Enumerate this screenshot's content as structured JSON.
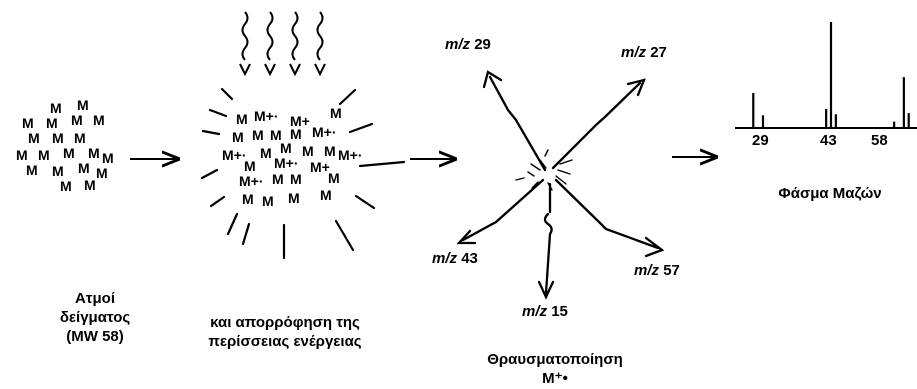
{
  "stage1": {
    "label_line1": "Ατμοί",
    "label_line2": "δείγματος",
    "label_line3": "(MW 58)",
    "molecule": "M"
  },
  "stage2": {
    "label_line1": "και απορρόφηση της",
    "label_line2": "περίσσειας ενέργειας",
    "molecule": "M",
    "ion": "M+·",
    "ion_alt": "M+"
  },
  "stage3": {
    "label_line1": "Θραυσματοποίηση",
    "label_line2": "M⁺•",
    "fragments": [
      {
        "prefix": "m/z",
        "value": "29"
      },
      {
        "prefix": "m/z",
        "value": "27"
      },
      {
        "prefix": "m/z",
        "value": "43"
      },
      {
        "prefix": "m/z",
        "value": "15"
      },
      {
        "prefix": "m/z",
        "value": "57"
      }
    ]
  },
  "stage4": {
    "label": "Φάσμα Μαζών",
    "chart_data": {
      "type": "bar",
      "x_tick_labels": [
        "29",
        "43",
        "58"
      ],
      "series": [
        {
          "x": [
            27,
            29,
            42,
            43,
            44,
            56,
            58,
            59
          ],
          "y": [
            33,
            12,
            18,
            100,
            13,
            6,
            48,
            14
          ]
        }
      ],
      "ylim": [
        0,
        100
      ]
    }
  }
}
